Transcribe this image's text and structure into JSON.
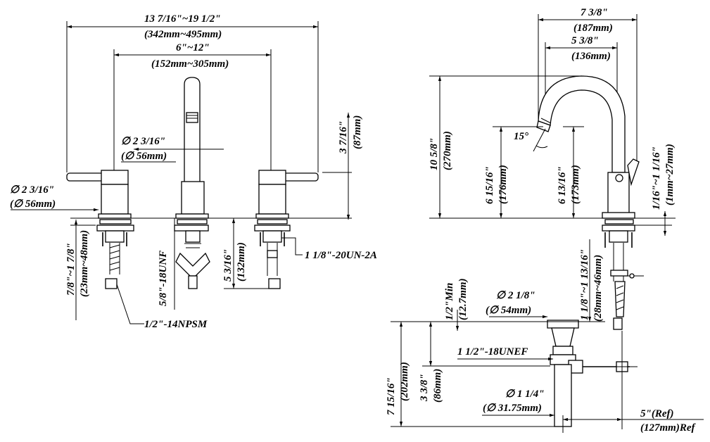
{
  "front_view": {
    "overall_width": "13 7/16\"~19 1/2\"",
    "overall_width_mm": "(342mm~495mm)",
    "handle_spread": "6\"~12\"",
    "handle_spread_mm": "(152mm~305mm)",
    "spout_diameter": "∅ 2 3/16\"",
    "spout_diameter_mm": "(∅ 56mm)",
    "handle_diameter": "∅ 2 3/16\"",
    "handle_diameter_mm": "(∅ 56mm)",
    "handle_height": "3 7/16\"",
    "handle_height_mm": "(87mm)",
    "deck_thickness": "7/8\"~1 7/8\"",
    "deck_thickness_mm": "(23mm~48mm)",
    "shank_length": "5 3/16\"",
    "shank_length_mm": "(132mm)",
    "spout_thread": "5/8\"-18UNF",
    "supply_thread": "1/2\"-14NPSM",
    "shank_thread": "1 1/8\"-20UN-2A"
  },
  "side_view": {
    "spout_reach": "7 3/8\"",
    "spout_reach_mm": "(187mm)",
    "spout_inner_reach": "5 3/8\"",
    "spout_inner_reach_mm": "(136mm)",
    "spout_angle": "15°",
    "overall_height": "10 5/8\"",
    "overall_height_mm": "(270mm)",
    "spout_height": "6 15/16\"",
    "spout_height_mm": "(176mm)",
    "aerator_height": "6 13/16\"",
    "aerator_height_mm": "(173mm)",
    "deck_range": "1/16\"~1 1/16\"",
    "deck_range_mm": "(1mm~27mm)",
    "mounting_thickness": "1 1/8\"~1 13/16\"",
    "mounting_thickness_mm": "(28mm~46mm)"
  },
  "drain": {
    "min_thickness": "1/2\"Min",
    "min_thickness_mm": "(12.7mm)",
    "flange_diameter": "∅ 2 1/8\"",
    "flange_diameter_mm": "(∅ 54mm)",
    "thread": "1 1/2\"-18UNEF",
    "length": "7 15/16\"",
    "length_mm": "(202mm)",
    "outlet_height": "3 3/8\"",
    "outlet_height_mm": "(86mm)",
    "tailpiece_diameter": "∅ 1 1/4\"",
    "tailpiece_diameter_mm": "(∅ 31.75mm)",
    "rod_offset": "5\"(Ref)",
    "rod_offset_mm": "(127mm)Ref"
  }
}
